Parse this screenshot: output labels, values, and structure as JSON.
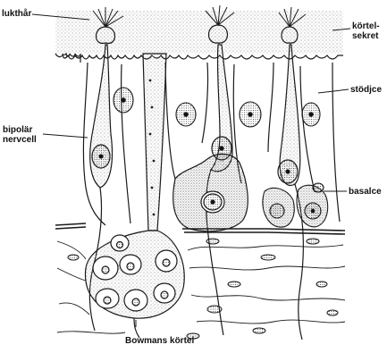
{
  "labels": {
    "lukthar": "lukthår",
    "kortel_line1": "körtel-",
    "kortel_line2": "sekret",
    "stodjce": "stödjce",
    "bipolar_line1": "bipolär",
    "bipolar_line2": "nervcell",
    "basalc": "basalce",
    "bowman": "Bowmans körtel"
  },
  "colors": {
    "ink": "#1a1a1a",
    "stipple": "#8a8a8a",
    "background": "#ffffff"
  }
}
